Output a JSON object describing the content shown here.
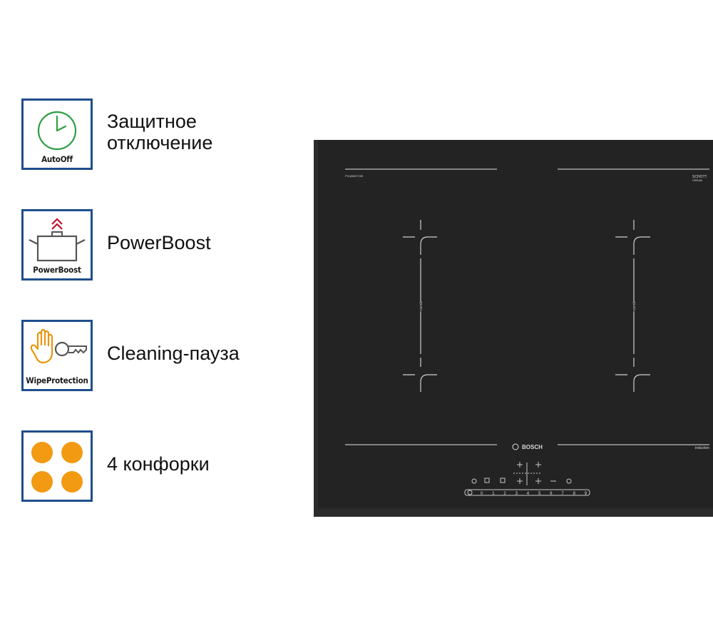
{
  "features": [
    {
      "badge_label": "AutoOff",
      "icon": "clock-icon",
      "text_lines": [
        "Защитное",
        "отключение"
      ]
    },
    {
      "badge_label": "PowerBoost",
      "icon": "pot-boost-icon",
      "text_lines": [
        "PowerBoost"
      ]
    },
    {
      "badge_label": "WipeProtection",
      "icon": "hand-key-icon",
      "text_lines": [
        "Cleaning-пауза"
      ]
    },
    {
      "badge_label": "",
      "icon": "four-burners-icon",
      "text_lines": [
        "4 конфорки"
      ]
    }
  ],
  "hob": {
    "model": "PVQ651FC5E",
    "brand": "BOSCH",
    "glass_maker_line1": "SCHOTT",
    "glass_maker_line2": "CERAN",
    "zone_label": "combi",
    "type_label": "induction",
    "power_scale": [
      "0",
      "1",
      "2",
      "3",
      "4",
      "5",
      "6",
      "7",
      "8",
      "9"
    ]
  },
  "colors": {
    "badge_border": "#1f4e8c",
    "autooff_green": "#2e9e44",
    "boost_red": "#c8102e",
    "wipe_orange": "#e8960c",
    "burner_orange": "#f29a12",
    "hob_glass": "#232323"
  }
}
